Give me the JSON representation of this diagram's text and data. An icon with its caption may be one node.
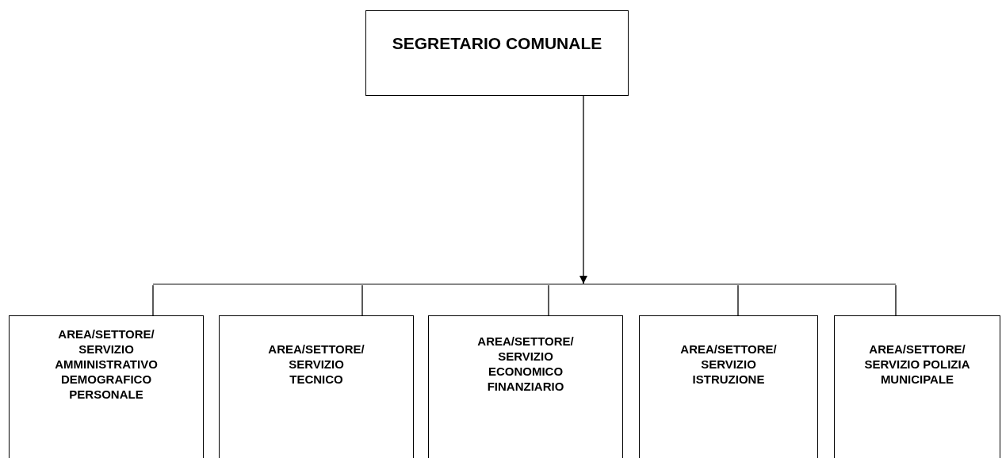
{
  "diagram": {
    "nodes": [
      {
        "text": [
          "SEGRETARIO COMUNALE"
        ]
      },
      {
        "text": [],
        "shape": "bar"
      },
      {
        "text": [
          "AREA/SETTORE/ SERVIZIO AMMINISTRATIVO DEMOGRAFICO PERSONALE"
        ]
      },
      {
        "text": [
          "AREA/SETTORE/ SERVIZIO TECNICO"
        ]
      },
      {
        "text": [
          "AREA/SETTORE/ SERVIZIO ECONOMICO FINANZIARIO"
        ]
      },
      {
        "text": [
          "AREA/SETTORE/ SERVIZIO ISTRUZIONE"
        ]
      },
      {
        "text": [
          "AREA/SETTORE/ SERVIZIO POLIZIA MUNICIPALE"
        ]
      }
    ],
    "edges": [
      {
        "from": 0,
        "to": 1,
        "arrow": "to"
      },
      {
        "from": 1,
        "to": 2,
        "arrow": "none"
      },
      {
        "from": 1,
        "to": 3,
        "arrow": "none"
      },
      {
        "from": 1,
        "to": 4,
        "arrow": "none"
      },
      {
        "from": 1,
        "to": 5,
        "arrow": "none"
      },
      {
        "from": 1,
        "to": 6,
        "arrow": "none"
      }
    ]
  }
}
